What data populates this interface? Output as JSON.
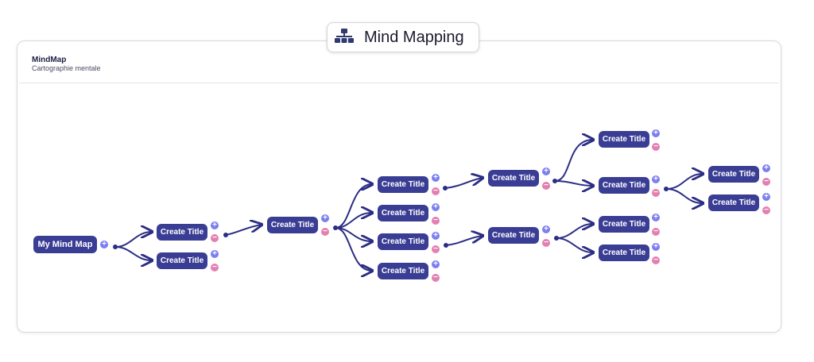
{
  "app_title": "Mind Mapping",
  "title_icon": "org-chart-icon",
  "header": {
    "name": "MindMap",
    "subtitle": "Cartographie mentale"
  },
  "colors": {
    "node": "#3a3d94",
    "link": "#2b2d84",
    "add": "#7b7ff0",
    "remove": "#e37fb1"
  },
  "controls": {
    "add": "+",
    "remove": "−"
  },
  "map": {
    "root": "My Mind Map",
    "nodes": [
      "Create Title",
      "Create Title",
      "Create Title",
      "Create Title",
      "Create Title",
      "Create Title",
      "Create Title",
      "Create Title",
      "Create Title",
      "Create Title",
      "Create Title",
      "Create Title",
      "Create Title",
      "Create Title",
      "Create Title"
    ]
  }
}
